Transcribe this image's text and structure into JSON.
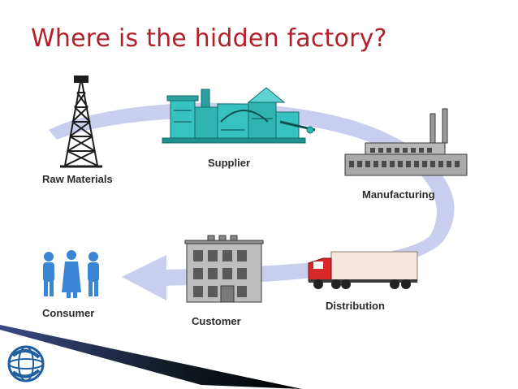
{
  "slide": {
    "title": "Where is the hidden factory?"
  },
  "diagram": {
    "nodes": [
      {
        "id": "raw-materials",
        "label": "Raw Materials"
      },
      {
        "id": "supplier",
        "label": "Supplier"
      },
      {
        "id": "manufacturing",
        "label": "Manufacturing"
      },
      {
        "id": "distribution",
        "label": "Distribution"
      },
      {
        "id": "customer",
        "label": "Customer"
      },
      {
        "id": "consumer",
        "label": "Consumer"
      }
    ],
    "flow": [
      "raw-materials",
      "supplier",
      "manufacturing",
      "distribution",
      "customer",
      "consumer"
    ]
  },
  "colors": {
    "title": "#b3202a",
    "flow_arrow": "#c9cdee",
    "consumer_figures": "#3a86d4",
    "plant": "#2fb3b3",
    "logo": "#1f5fa0"
  }
}
